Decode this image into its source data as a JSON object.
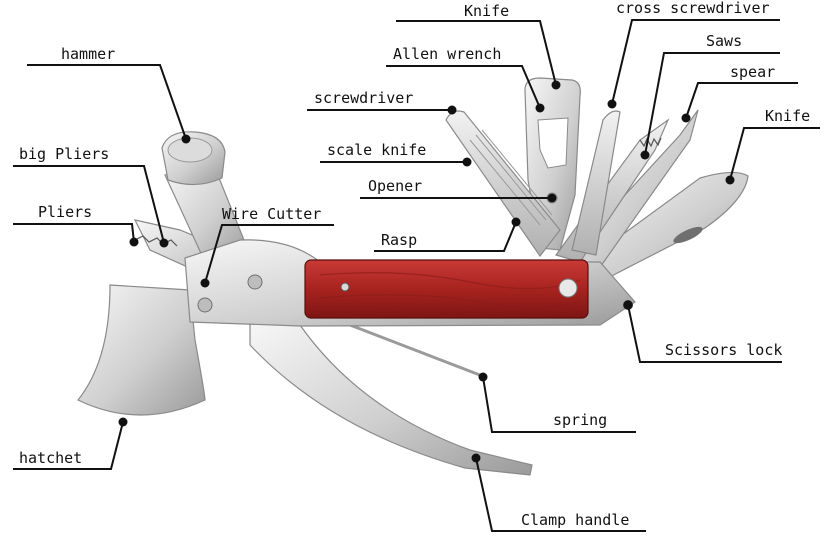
{
  "colors": {
    "steel_light": "#eeeeee",
    "steel_mid": "#c8c8c8",
    "steel_dark": "#8a8a8a",
    "wood": "#b52a28",
    "wood_dark": "#7d1614",
    "leader": "#111111"
  },
  "labels": {
    "knife_top": "Knife",
    "cross_screwdriver": "cross screwdriver",
    "hammer": "hammer",
    "allen_wrench": "Allen wrench",
    "saws": "Saws",
    "spear": "spear",
    "screwdriver": "screwdriver",
    "knife_right": "Knife",
    "big_pliers": "big Pliers",
    "scale_knife": "scale knife",
    "opener": "Opener",
    "pliers": "Pliers",
    "wire_cutter": "Wire Cutter",
    "rasp": "Rasp",
    "scissors_lock": "Scissors lock",
    "spring": "spring",
    "hatchet": "hatchet",
    "clamp_handle": "Clamp handle"
  }
}
